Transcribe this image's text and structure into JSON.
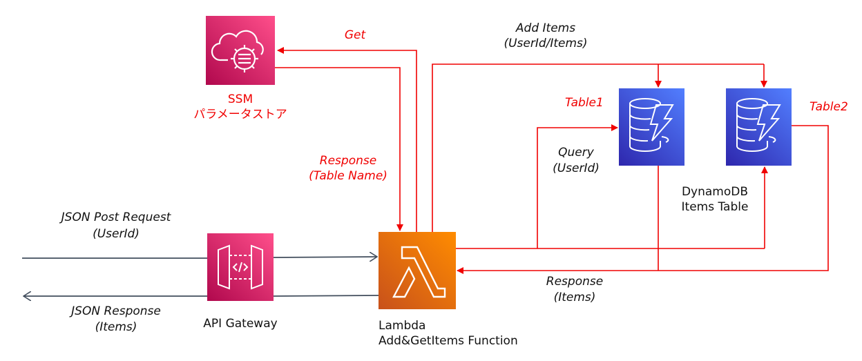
{
  "nodes": {
    "ssm": {
      "title": "SSM",
      "subtitle": "パラメータストア",
      "icon": "ssm-parameter-store-icon",
      "color": "#e7157b"
    },
    "api_gateway": {
      "title": "API Gateway",
      "icon": "api-gateway-icon",
      "color": "#e7157b"
    },
    "lambda": {
      "title": "Lambda",
      "subtitle": "Add&GetItems Function",
      "icon": "lambda-icon",
      "color": "#ed7100"
    },
    "table1": {
      "label": "Table1",
      "icon": "dynamodb-icon",
      "color": "#3b48cc"
    },
    "table2": {
      "label": "Table2",
      "icon": "dynamodb-icon",
      "color": "#3b48cc"
    },
    "dynamodb": {
      "line1": "DynamoDB",
      "line2": "Items Table"
    }
  },
  "edges": {
    "get": {
      "label": "Get"
    },
    "ssm_response": {
      "line1": "Response",
      "line2": "(Table Name)"
    },
    "add_items": {
      "line1": "Add Items",
      "line2": "(UserId/Items)"
    },
    "query": {
      "line1": "Query",
      "line2": "(UserId)"
    },
    "items_response": {
      "line1": "Response",
      "line2": "(Items)"
    },
    "json_request": {
      "line1": "JSON Post Request",
      "line2": "(UserId)"
    },
    "json_response": {
      "line1": "JSON Response",
      "line2": "(Items)"
    }
  },
  "colors": {
    "flow_red": "#f00000",
    "flow_gray": "#414d5c"
  }
}
